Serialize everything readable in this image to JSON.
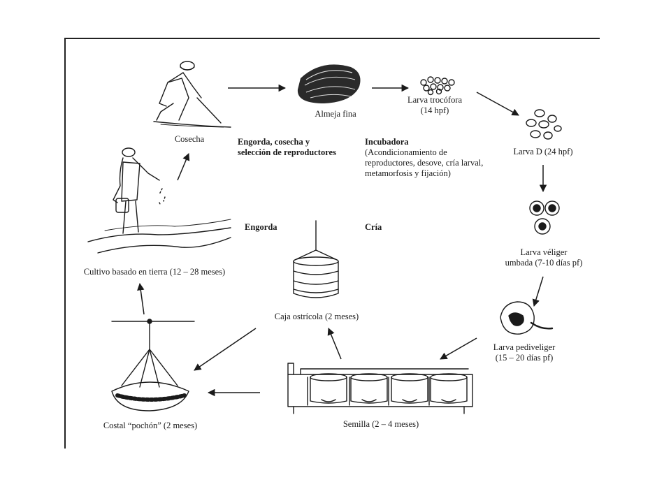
{
  "diagram": {
    "stages": {
      "almeja": "Almeja fina",
      "trocofora": [
        "Larva trocófora",
        "(14 hpf)"
      ],
      "larva_d": "Larva D (24 hpf)",
      "veliger": [
        "Larva véliger",
        "umbada (7-10 días pf)"
      ],
      "pediveliger": [
        "Larva pediveliger",
        "(15 – 20 días pf)"
      ],
      "semilla": "Semilla (2 – 4 meses)",
      "costal": "Costal “pochón” (2 meses)",
      "caja": "Caja ostrícola (2 meses)",
      "cultivo": "Cultivo basado en tierra (12 – 28 meses)",
      "cosecha": "Cosecha"
    },
    "sections": {
      "engorda_title": [
        "Engorda, cosecha y",
        "selección de reproductores"
      ],
      "incubadora_title": "Incubadora",
      "incubadora_desc": [
        "(Acondicionamiento de",
        "reproductores, desove, cría larval,",
        "metamorfosis y fijación)"
      ],
      "engorda": "Engorda",
      "cria": "Cría"
    }
  }
}
